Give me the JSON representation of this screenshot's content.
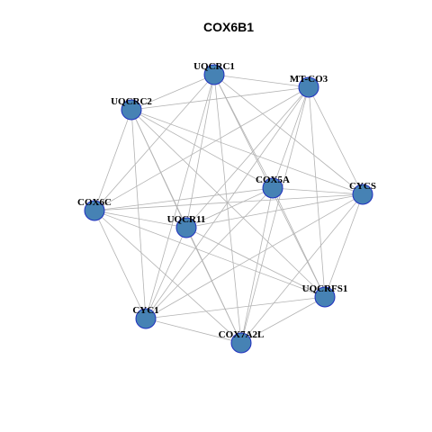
{
  "title": "COX6B1",
  "colors": {
    "node_fill": "#4682B4",
    "node_stroke": "#1f2fbf",
    "edge": "#b3b3b3"
  },
  "nodes": [
    {
      "id": "UQCRC1",
      "label": "UQCRC1"
    },
    {
      "id": "MT-CO3",
      "label": "MT-CO3"
    },
    {
      "id": "UQCRC2",
      "label": "UQCRC2"
    },
    {
      "id": "COX5A",
      "label": "COX5A"
    },
    {
      "id": "CYCS",
      "label": "CYCS"
    },
    {
      "id": "COX6C",
      "label": "COX6C"
    },
    {
      "id": "UQCR11",
      "label": "UQCR11"
    },
    {
      "id": "UQCRFS1",
      "label": "UQCRFS1"
    },
    {
      "id": "CYC1",
      "label": "CYC1"
    },
    {
      "id": "COX7A2L",
      "label": "COX7A2L"
    }
  ],
  "edges": [
    [
      "UQCRC1",
      "MT-CO3"
    ],
    [
      "UQCRC1",
      "UQCRC2"
    ],
    [
      "UQCRC1",
      "COX5A"
    ],
    [
      "UQCRC1",
      "CYCS"
    ],
    [
      "UQCRC1",
      "COX6C"
    ],
    [
      "UQCRC1",
      "UQCR11"
    ],
    [
      "UQCRC1",
      "UQCRFS1"
    ],
    [
      "UQCRC1",
      "CYC1"
    ],
    [
      "UQCRC1",
      "COX7A2L"
    ],
    [
      "MT-CO3",
      "UQCRC2"
    ],
    [
      "MT-CO3",
      "COX5A"
    ],
    [
      "MT-CO3",
      "CYCS"
    ],
    [
      "MT-CO3",
      "COX6C"
    ],
    [
      "MT-CO3",
      "UQCR11"
    ],
    [
      "MT-CO3",
      "UQCRFS1"
    ],
    [
      "MT-CO3",
      "CYC1"
    ],
    [
      "MT-CO3",
      "COX7A2L"
    ],
    [
      "UQCRC2",
      "COX5A"
    ],
    [
      "UQCRC2",
      "CYCS"
    ],
    [
      "UQCRC2",
      "COX6C"
    ],
    [
      "UQCRC2",
      "UQCR11"
    ],
    [
      "UQCRC2",
      "UQCRFS1"
    ],
    [
      "UQCRC2",
      "CYC1"
    ],
    [
      "UQCRC2",
      "COX7A2L"
    ],
    [
      "COX5A",
      "CYCS"
    ],
    [
      "COX5A",
      "COX6C"
    ],
    [
      "COX5A",
      "UQCR11"
    ],
    [
      "COX5A",
      "UQCRFS1"
    ],
    [
      "COX5A",
      "CYC1"
    ],
    [
      "COX5A",
      "COX7A2L"
    ],
    [
      "CYCS",
      "COX6C"
    ],
    [
      "CYCS",
      "UQCR11"
    ],
    [
      "CYCS",
      "UQCRFS1"
    ],
    [
      "CYCS",
      "CYC1"
    ],
    [
      "CYCS",
      "COX7A2L"
    ],
    [
      "COX6C",
      "UQCR11"
    ],
    [
      "COX6C",
      "UQCRFS1"
    ],
    [
      "COX6C",
      "CYC1"
    ],
    [
      "COX6C",
      "COX7A2L"
    ],
    [
      "UQCR11",
      "UQCRFS1"
    ],
    [
      "UQCR11",
      "CYC1"
    ],
    [
      "UQCR11",
      "COX7A2L"
    ],
    [
      "UQCRFS1",
      "CYC1"
    ],
    [
      "UQCRFS1",
      "COX7A2L"
    ],
    [
      "CYC1",
      "COX7A2L"
    ]
  ]
}
